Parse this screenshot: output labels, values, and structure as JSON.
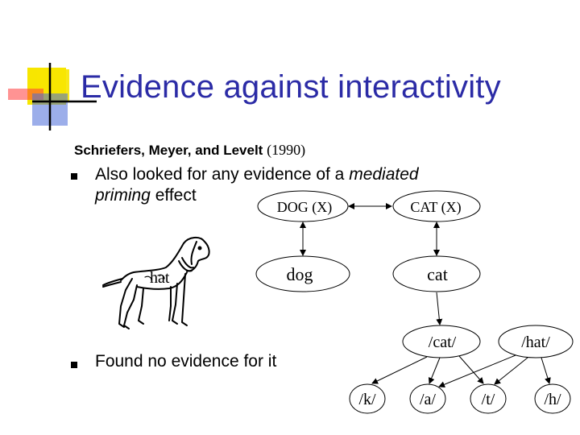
{
  "slide": {
    "title": "Evidence against interactivity",
    "citation_authors": "Schriefers, Meyer, and Levelt",
    "citation_year": "(1990)",
    "bullets": [
      {
        "text_part1": "Also looked for any evidence of a ",
        "text_italic": "mediated",
        "text_line2_italic": "priming",
        "text_line2_rest": " effect"
      },
      {
        "text": "Found no evidence for it"
      }
    ]
  },
  "diagram": {
    "nodes": {
      "dog_concept": "DOG (X)",
      "cat_concept": "CAT (X)",
      "dog_lemma": "dog",
      "cat_lemma": "cat",
      "hat_picture_label": "hat",
      "cat_phon": "/cat/",
      "hat_phon": "/hat/",
      "k": "/k/",
      "a": "/a/",
      "t": "/t/",
      "h": "/h/"
    },
    "picture": "dog-drawing"
  },
  "colors": {
    "title": "#2b2ba6",
    "deco_yellow": "#f7e600",
    "deco_red": "#ff3b3b",
    "deco_blue": "#4a6bd8",
    "line": "#000000"
  }
}
